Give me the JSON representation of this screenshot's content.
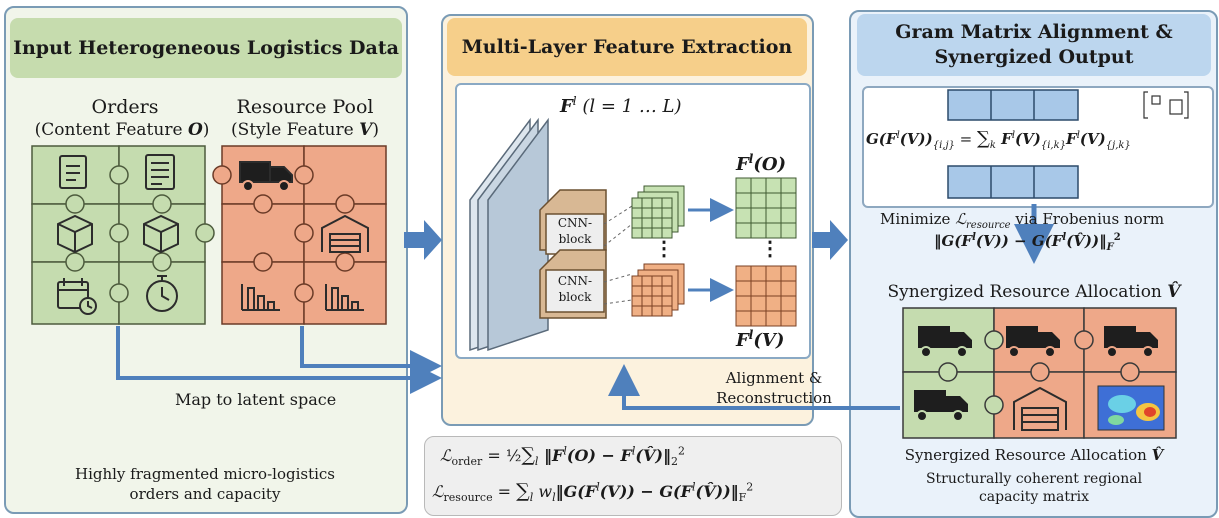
{
  "panel1": {
    "title": "Input Heterogeneous Logistics Data",
    "orders_title": "Orders",
    "orders_sub_text": "(Content Feature ",
    "orders_sub_sym": "O",
    "orders_sub_close": ")",
    "pool_title": "Resource Pool",
    "pool_sub_text": "(Style Feature ",
    "pool_sub_sym": "V",
    "pool_sub_close": ")",
    "map_label": "Map to latent space",
    "footer_line1": "Highly fragmented micro-logistics",
    "footer_line2": "orders and capacity"
  },
  "panel2": {
    "title": "Multi-Layer Feature Extraction",
    "stack_label": "F",
    "stack_label_sup": "l",
    "stack_label_range": " (l = 1 … L)",
    "cnn_label_1": "CNN-",
    "cnn_label_2": "block",
    "fo_label": "F",
    "fo_sup": "l",
    "fo_arg": "(O)",
    "fv_label": "F",
    "fv_sup": "l",
    "fv_arg": "(V)",
    "ellipsis": "⋮"
  },
  "panel3": {
    "title_line1": "Gram Matrix Alignment &",
    "title_line2": "Synergized Output",
    "gram_lhs": "G(F",
    "gram_lhs_sup": "l",
    "gram_lhs_end": "(V))",
    "gram_lhs_sub": "{i,j}",
    "gram_eq": " = ",
    "gram_sum": "∑",
    "gram_sum_sub": "k",
    "gram_rhs1": " F",
    "gram_rhs1_sup": "l",
    "gram_rhs1_end": "(V)",
    "gram_rhs1_sub": "{i,k}",
    "gram_rhs2": "F",
    "gram_rhs2_sup": "l",
    "gram_rhs2_end": "(V)",
    "gram_rhs2_sub": "{j,k}",
    "minimize_text": "Minimize ",
    "minimize_loss": "ℒ",
    "minimize_loss_sub": "resource",
    "minimize_via": " via Frobenius norm",
    "norm_text": "‖G(F",
    "norm_sup": "l",
    "norm_mid": "(V)) − G(F",
    "norm_sup2": "l",
    "norm_end": "(V̂))‖",
    "norm_sub": "F",
    "norm_pow": "2",
    "alloc_top": "Synergized Resource Allocation ",
    "alloc_top_sym": "V̂",
    "alloc_bottom": "Synergized Resource Allocation ",
    "alloc_bottom_sym": "V̂",
    "footer_line1": "Structurally coherent regional",
    "footer_line2": "capacity matrix"
  },
  "alignment_label_1": "Alignment &",
  "alignment_label_2": "Reconstruction",
  "loss_order": {
    "lhs": "ℒ",
    "lhs_sub": "order",
    "eq": " = ",
    "frac": "½",
    "sum": "∑",
    "sum_sub": "l",
    "body": " ‖F",
    "sup1": "l",
    "mid": "(O) − F",
    "sup2": "l",
    "end": "(V̂)‖",
    "sub": "2",
    "pow": "2"
  },
  "loss_resource": {
    "lhs": "ℒ",
    "lhs_sub": "resource",
    "eq": " = ",
    "sum": "∑",
    "sum_sub": "l",
    "w": " w",
    "w_sub": "l",
    "body": "‖G(F",
    "sup1": "l",
    "mid": "(V)) − G(F",
    "sup2": "l",
    "end": "(V̂))‖",
    "sub": "F",
    "pow": "2"
  },
  "colors": {
    "green_tile": "#c5dcaf",
    "orange_tile": "#eea889",
    "arrow_blue": "#4f80bc",
    "panel_border": "#7a9bb5",
    "header_green": "#c6dcae",
    "header_orange": "#f6cf8a",
    "header_blue": "#bcd6ee"
  },
  "icons": [
    "document-icon",
    "invoice-icon",
    "box-icon",
    "box-icon",
    "calendar-clock-icon",
    "stopwatch-icon",
    "truck-icon",
    "warehouse-icon",
    "bar-chart-icon",
    "bar-chart-icon",
    "heatmap-icon"
  ]
}
